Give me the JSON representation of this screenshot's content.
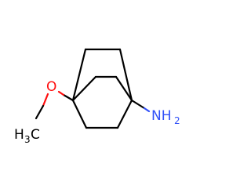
{
  "molecule": {
    "atoms": {
      "oxygen": {
        "symbol": "O",
        "color": "#ff0d0d"
      },
      "nitrogen": {
        "symbol": "NH",
        "subscript": "2",
        "color": "#3050f8"
      },
      "methyl": {
        "symbol": "H",
        "subscript": "3",
        "tail": "C",
        "color": "#000000"
      }
    },
    "bond_color": "#000000"
  }
}
